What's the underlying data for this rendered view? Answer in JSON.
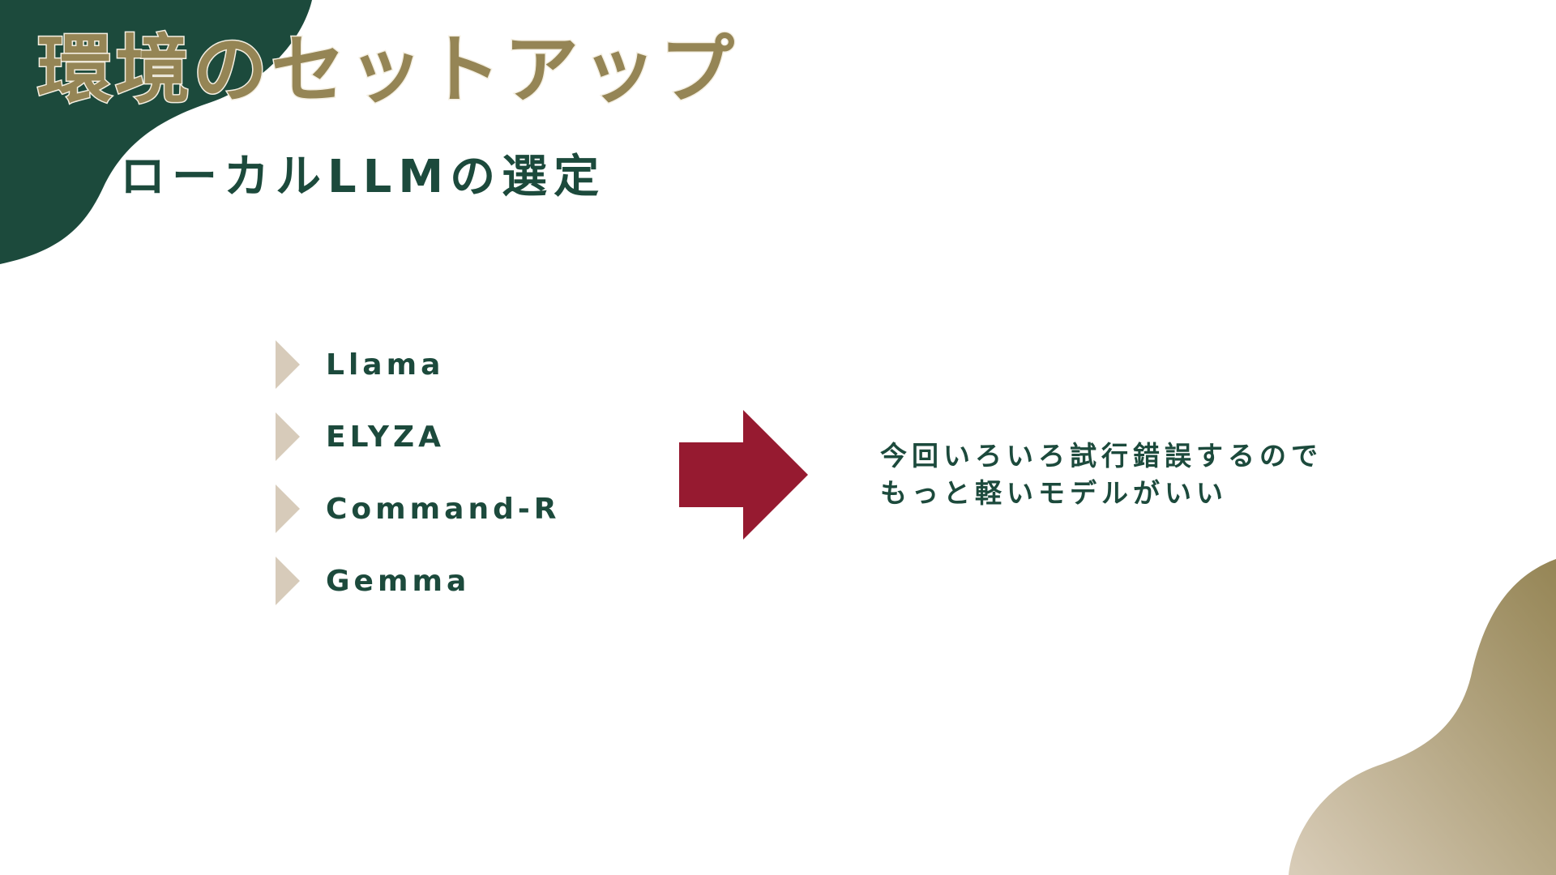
{
  "slide": {
    "title": "環境のセットアップ",
    "subtitle": "ローカルLLMの選定",
    "models": [
      {
        "label": "Llama"
      },
      {
        "label": "ELYZA"
      },
      {
        "label": "Command-R"
      },
      {
        "label": "Gemma"
      }
    ],
    "note": {
      "line1": "今回いろいろ試行錯誤するので",
      "line2": "もっと軽いモデルがいい"
    }
  },
  "colors": {
    "dark_green": "#1c4a3c",
    "gold": "#958555",
    "beige": "#d7cbba",
    "arrow_red": "#961a30",
    "background": "#ffffff"
  },
  "icons": {
    "bullet": "triangle-bullet-icon",
    "arrow": "right-arrow-icon"
  }
}
